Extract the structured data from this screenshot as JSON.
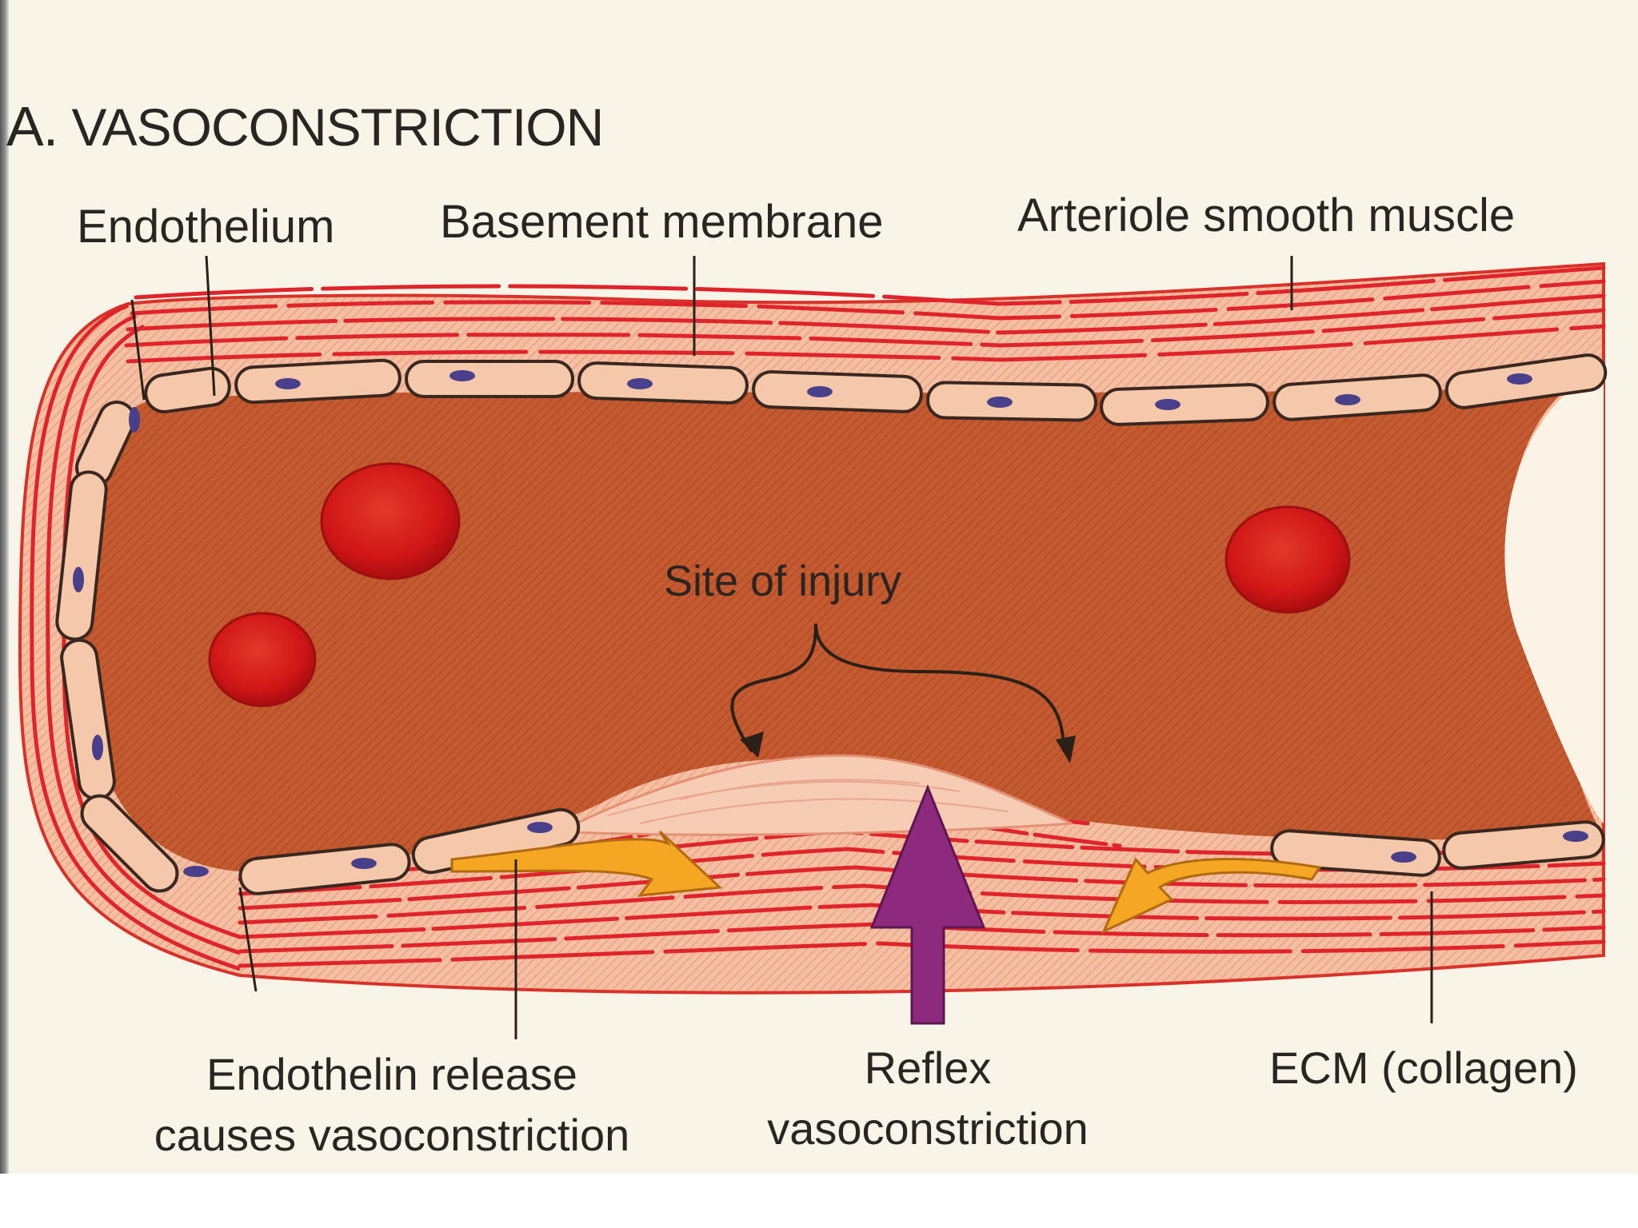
{
  "panel": {
    "letter": "A.",
    "title": "VASOCONSTRICTION"
  },
  "labels": {
    "endothelium": "Endothelium",
    "basement_membrane": "Basement membrane",
    "smooth_muscle": "Arteriole smooth muscle",
    "site_of_injury": "Site of injury"
  },
  "captions": {
    "endothelin_line1": "Endothelin release",
    "endothelin_line2": "causes vasoconstriction",
    "reflex_line1": "Reflex",
    "reflex_line2": "vasoconstriction",
    "ecm": "ECM (collagen)"
  },
  "colors": {
    "background": "#f8f4e8",
    "lumen": "#c0542d",
    "vessel_wall": "#f2b79a",
    "muscle_fiber": "#e0242c",
    "endothelial_cell": "#f4c8a8",
    "nucleus": "#4a3f8a",
    "red_blood_cell": "#d4181a",
    "endothelin_arrow": "#f5a623",
    "reflex_arrow": "#8e2a7e",
    "text": "#2a2522"
  }
}
